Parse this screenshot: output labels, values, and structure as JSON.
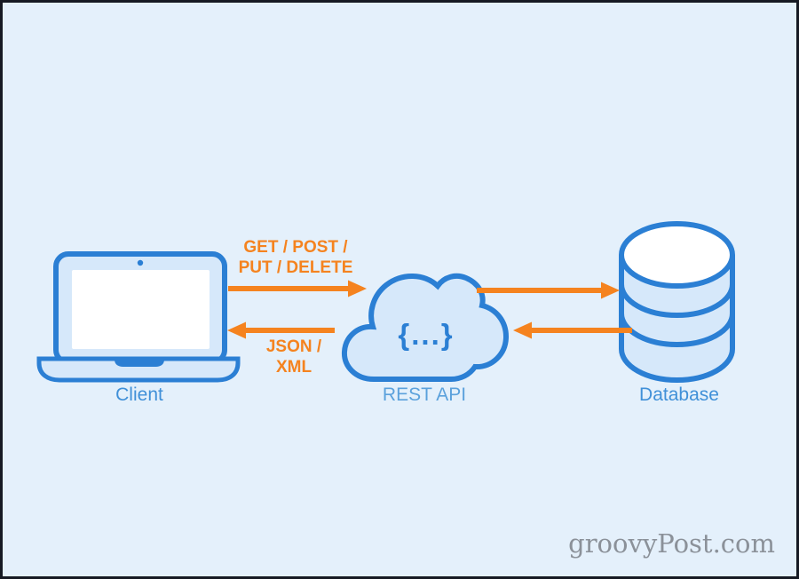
{
  "diagram": {
    "nodes": {
      "client": {
        "label": "Client"
      },
      "rest_api": {
        "label": "REST API",
        "code_glyph": "{...}"
      },
      "database": {
        "label": "Database"
      }
    },
    "flows": {
      "request": {
        "line1": "GET / POST /",
        "line2": "PUT / DELETE",
        "direction": "client-to-api"
      },
      "response": {
        "line1": "JSON /",
        "line2": "XML",
        "direction": "api-to-client"
      },
      "api_to_db": {
        "direction": "api-to-database"
      },
      "db_to_api": {
        "direction": "database-to-api"
      }
    }
  },
  "watermark": {
    "text": "groovyPost.com"
  },
  "colors": {
    "bg": "#e4f0fb",
    "frame_border": "#161a23",
    "stroke_blue": "#2b7fd4",
    "node_fill": "#d6e8fa",
    "arrow_orange": "#f5831f",
    "label_blue": "#4090d8",
    "label_blue_light": "#5ba1dc",
    "watermark_gray": "#8b9199"
  }
}
